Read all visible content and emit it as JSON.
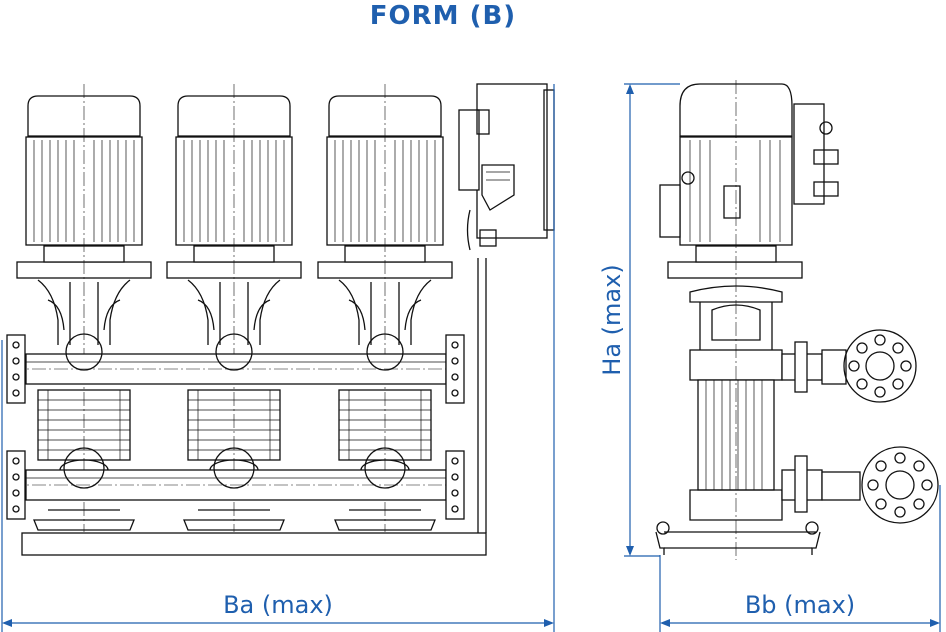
{
  "title": "FORM (B)",
  "dimensions": {
    "width_front": "Ba (max)",
    "width_side": "Bb (max)",
    "height": "Ha (max)"
  },
  "colors": {
    "accent": "#1f5fae",
    "line": "#111111"
  }
}
